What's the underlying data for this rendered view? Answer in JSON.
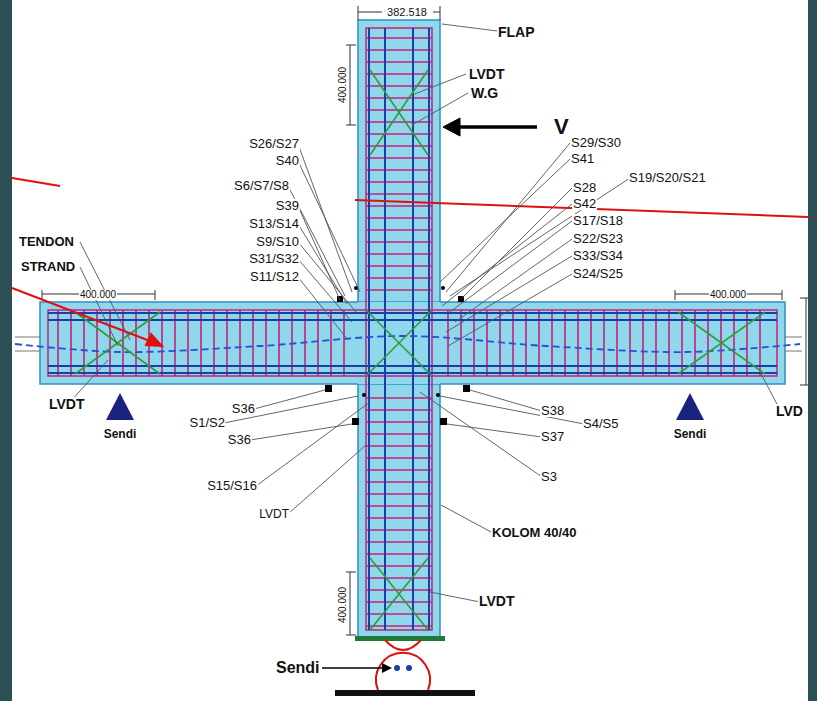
{
  "diagram": {
    "labels": [
      "382.518",
      "FLAP",
      "400.000",
      "LVDT",
      "W.G",
      "V",
      "S26/S27",
      "S29/S30",
      "S40",
      "S41",
      "S19/S20/S21",
      "S6/S7/S8",
      "S28",
      "S39",
      "S42",
      "S13/S14",
      "S17/S18",
      "TENDON",
      "S9/S10",
      "S22/S23",
      "STRAND",
      "S31/S32",
      "S33/S34",
      "S11/S12",
      "S24/S25",
      "400.000",
      "400.000",
      "LVDT",
      "LVD",
      "Sendi",
      "S36",
      "S1/S2",
      "S36",
      "S38",
      "S4/S5",
      "Sendi",
      "S37",
      "S3",
      "S15/S16",
      "LVDT",
      "KOLOM 40/40",
      "400.000",
      "LVDT",
      "Sendi"
    ]
  }
}
